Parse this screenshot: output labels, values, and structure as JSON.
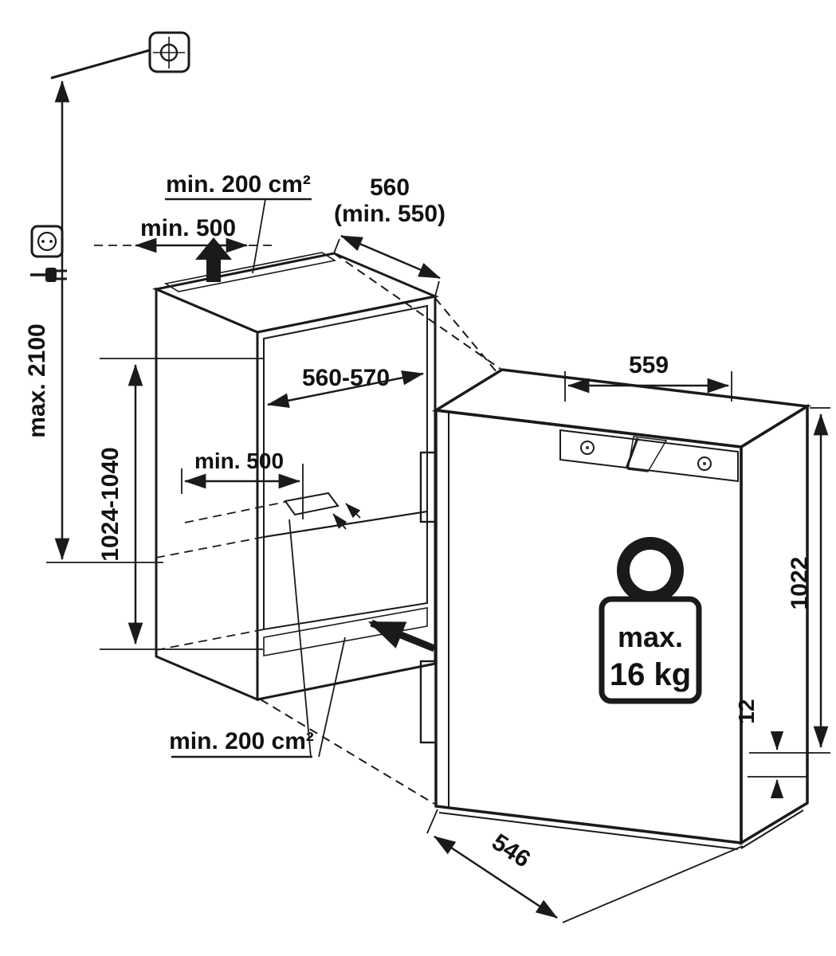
{
  "diagram": {
    "title": "built-in appliance installation diagram",
    "labels": {
      "top_vent_area": "min. 200 cm²",
      "top_clearance": "min. 500",
      "niche_depth": "560",
      "niche_depth_min": "(min. 550)",
      "socket_height": "max. 2100",
      "niche_height": "1024-1040",
      "niche_width": "560-570",
      "floor_clearance": "min. 500",
      "appliance_width": "559",
      "appliance_height": "1022",
      "plinth_height": "12",
      "weight_max": "max.",
      "weight_value": "16 kg",
      "appliance_depth": "546",
      "bottom_vent_area": "min. 200 cm²"
    },
    "icons": {
      "junction_box": "junction-box-icon",
      "socket": "power-socket-icon",
      "plug": "power-plug-icon",
      "airflow": "airflow-up-arrow-icon",
      "insertion": "insertion-arrow-icon",
      "max_weight": "max-weight-icon"
    },
    "colors": {
      "line": "#1a1a1a",
      "back_wall": "#a6a6a6",
      "floor": "#cdcdcd",
      "vent_bg": "#e7e7e7",
      "panel": "#c6c6c6"
    }
  }
}
